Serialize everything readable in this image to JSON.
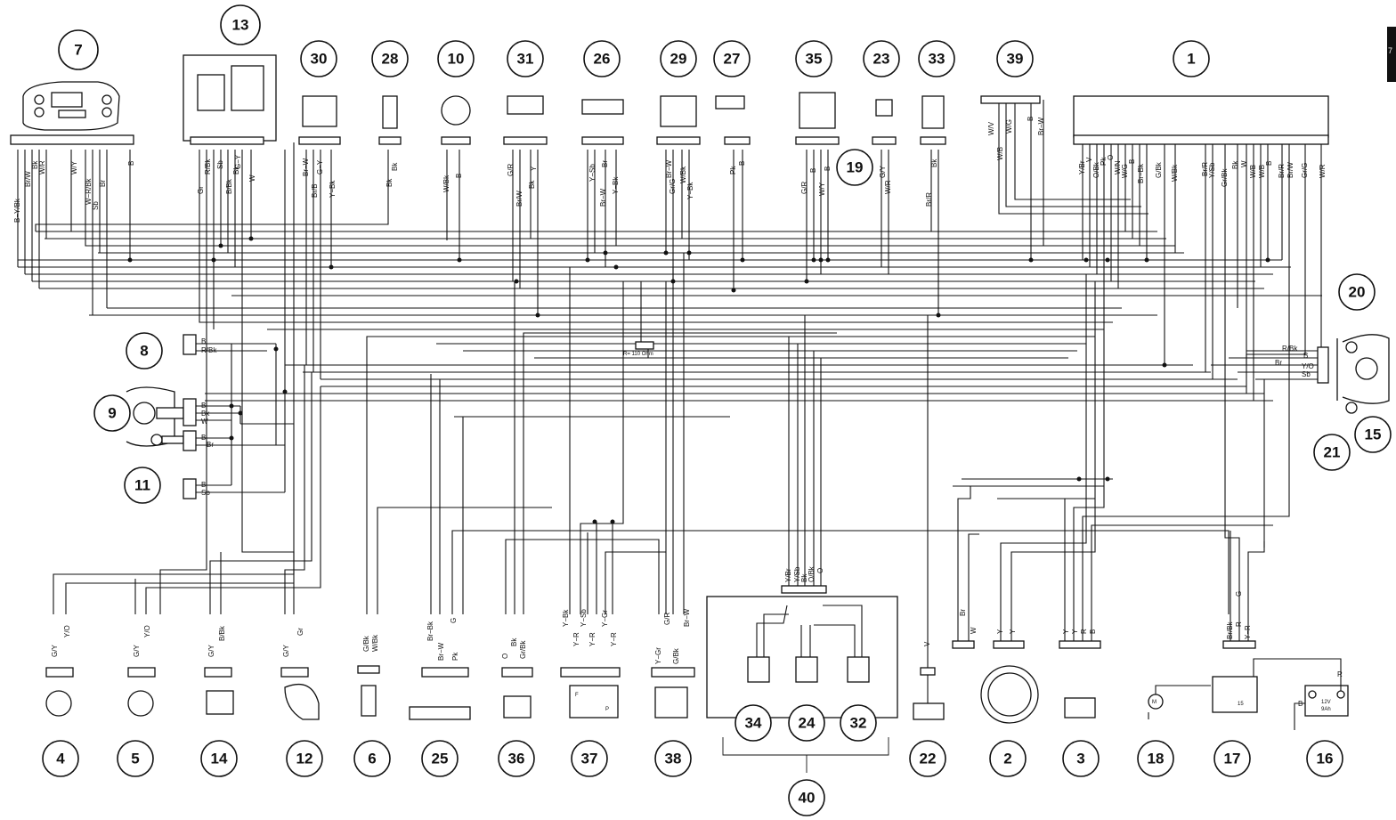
{
  "component_numbers": {
    "top": [
      "7",
      "13",
      "30",
      "28",
      "10",
      "31",
      "26",
      "29",
      "27",
      "35",
      "23",
      "33",
      "39",
      "1"
    ],
    "bottom": [
      "4",
      "5",
      "14",
      "12",
      "6",
      "25",
      "36",
      "37",
      "38",
      "34",
      "24",
      "32",
      "22",
      "2",
      "3",
      "18",
      "17",
      "16"
    ],
    "other": [
      "19",
      "20",
      "15",
      "21",
      "8",
      "9",
      "11",
      "40"
    ]
  },
  "wire_labels": {
    "dash": [
      "B−Y/Bk",
      "Br/W",
      "Bk",
      "W/R",
      "W/Y",
      "W−R/Bk",
      "Sb",
      "Br",
      "B"
    ],
    "ecu": [
      "Y/Br",
      "V",
      "O/Bk",
      "Pk",
      "O",
      "W/N",
      "W/G",
      "B",
      "Br−Bk",
      "G/Bk",
      "W/Bk",
      "Br/R",
      "Y/Sb",
      "Gr/Bk",
      "Bk",
      "W",
      "W/B",
      "W/B",
      "B",
      "Br/R",
      "Br/W",
      "Gr/G",
      "W/R"
    ],
    "c39": [
      "W/V",
      "W/B",
      "W/G",
      "B",
      "Br−W"
    ],
    "c13": [
      "Gr",
      "R/Bk",
      "Sb",
      "B/Bk",
      "Bk",
      "G−Y",
      "W"
    ],
    "c30": [
      "Br−W",
      "Br/B",
      "G−Y",
      "Y−Bk"
    ],
    "c28": [
      "Bk",
      "Bk"
    ],
    "c10": [
      "W/Bk",
      "B"
    ],
    "c31": [
      "G/R",
      "Br/W",
      "Bk",
      "Y"
    ],
    "c26": [
      "Y−Sb",
      "Br−W",
      "Br",
      "Y−Bk"
    ],
    "c29": [
      "Br−W",
      "Gr/G",
      "W/Bk",
      "Y−Bk"
    ],
    "c27": [
      "Pk",
      "B"
    ],
    "c35": [
      "G/R",
      "B",
      "W/Y",
      "B"
    ],
    "c23": [
      "G/Y",
      "W/R"
    ],
    "c33": [
      "Bk",
      "Br/R"
    ],
    "left": [
      "B",
      "R/Bk",
      "B",
      "Bk",
      "W",
      "B",
      "Br",
      "B",
      "Sb"
    ],
    "right": [
      "R/Bk",
      "B",
      "Br",
      "Y/O",
      "Sb"
    ],
    "resistor": "R= 110 Ohm",
    "b4": [
      "G/Y",
      "Y/O"
    ],
    "b5": [
      "G/Y",
      "Y/O"
    ],
    "b14": [
      "G/Y",
      "B/Bk"
    ],
    "b12": [
      "G/Y",
      "Gr"
    ],
    "b6": [
      "G/Bk",
      "W/Bk"
    ],
    "b25": [
      "Br−Bk",
      "Br−W",
      "Pk",
      "G"
    ],
    "b36": [
      "O",
      "Bk",
      "Gr/Bk"
    ],
    "b37": [
      "Y−Bk",
      "Y−R",
      "Y−Sb",
      "Y−R",
      "Y−Gr",
      "Y−R"
    ],
    "b38": [
      "Y−Gr",
      "G/R",
      "G/Bk",
      "Br−W"
    ],
    "b40": [
      "Y/Br",
      "Y/Sb",
      "Bk",
      "O/Bk",
      "O"
    ],
    "b22": [
      "V"
    ],
    "b2": [
      "Br",
      "W",
      "Y",
      "Y"
    ],
    "b3": [
      "Y",
      "Y",
      "R",
      "B"
    ],
    "b17": [
      "Br/Bk",
      "R",
      "Y−R",
      "G"
    ],
    "b16": [
      "B",
      "R"
    ],
    "battery": [
      "12V",
      "9Ah"
    ],
    "motor": "M",
    "r37": [
      "F",
      "P"
    ],
    "r17": "15"
  },
  "side_tab": "7"
}
